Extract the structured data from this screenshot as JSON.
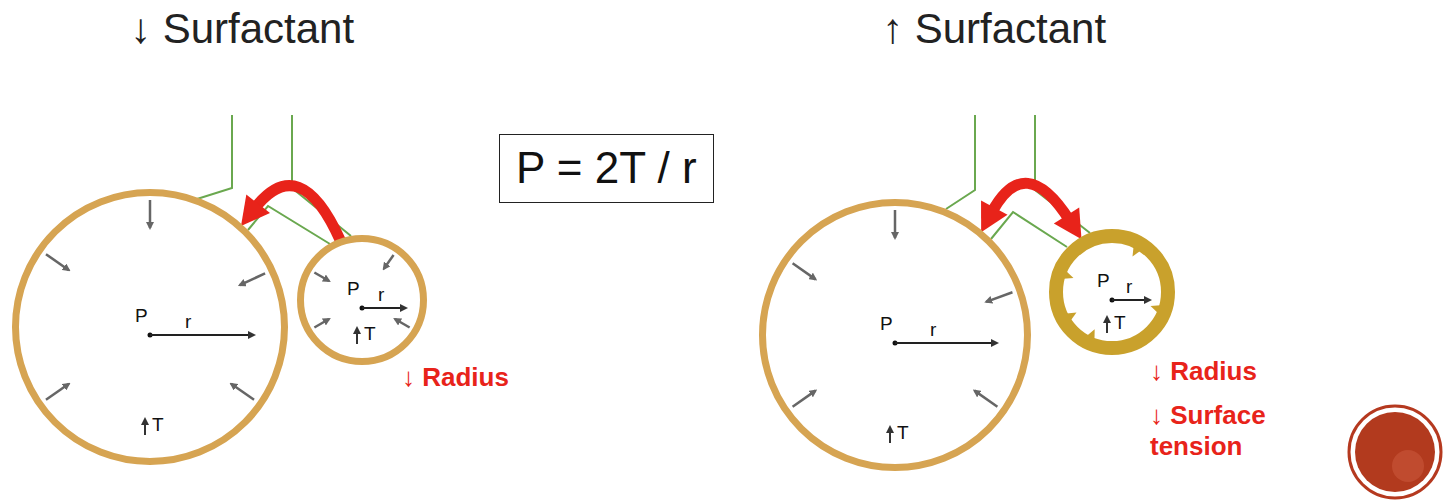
{
  "diagram": {
    "nodes": [
      {
        "text": [
          "P",
          "r",
          "T"
        ]
      },
      {
        "text": [
          "P",
          "r",
          "T"
        ]
      },
      {
        "text": [
          "P = 2T / r"
        ]
      },
      {
        "text": [
          "P",
          "r",
          "T"
        ]
      },
      {
        "text": [
          "P",
          "r",
          "T"
        ]
      }
    ],
    "edges": [
      {
        "from": 1,
        "to": 0,
        "arrow": "to"
      },
      {
        "from": 3,
        "to": 4,
        "arrow": "both"
      }
    ],
    "labels": [
      "↓ Surfactant",
      "↑ Surfactant",
      "↓ Radius",
      "↓ Radius",
      "↓ Surface tension"
    ]
  }
}
